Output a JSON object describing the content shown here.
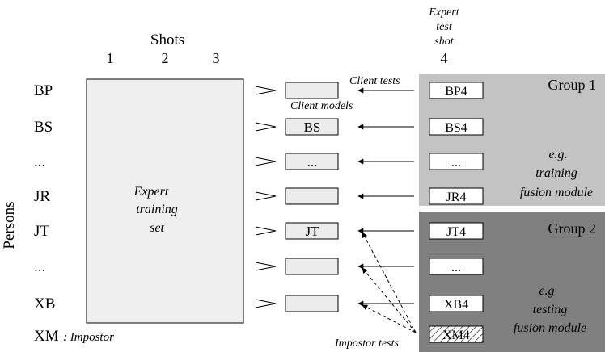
{
  "header": {
    "shots_title": "Shots",
    "shot_numbers": [
      "1",
      "2",
      "3"
    ],
    "expert_test_shot": [
      "Expert",
      "test",
      "shot"
    ],
    "expert_test_shot_number": "4"
  },
  "persons_axis_label": "Persons",
  "rows": [
    {
      "person": "BP",
      "client_model": "",
      "test_label": "BP4",
      "group": 1
    },
    {
      "person": "BS",
      "client_model": "BS",
      "test_label": "BS4",
      "group": 1
    },
    {
      "person": "...",
      "client_model": "...",
      "test_label": "...",
      "group": 1
    },
    {
      "person": "JR",
      "client_model": "",
      "test_label": "JR4",
      "group": 1
    },
    {
      "person": "JT",
      "client_model": "JT",
      "test_label": "JT4",
      "group": 2
    },
    {
      "person": "...",
      "client_model": "",
      "test_label": "...",
      "group": 2
    },
    {
      "person": "XB",
      "client_model": "",
      "test_label": "XB4",
      "group": 2
    }
  ],
  "impostor": {
    "person": "XM",
    "suffix": ": Impostor",
    "test_label": "XM4"
  },
  "training_set_label": [
    "Expert",
    "training",
    "set"
  ],
  "labels": {
    "client_tests": "Client tests",
    "client_models": "Client models",
    "impostor_tests": "Impostor tests"
  },
  "group1": {
    "title": "Group 1",
    "note": [
      "e.g.",
      "training",
      "fusion module"
    ],
    "color": "#c3c3c3"
  },
  "group2": {
    "title": "Group 2",
    "note": [
      "e.g",
      "testing",
      "fusion module"
    ],
    "color": "#808080"
  },
  "colors": {
    "training_set_fill": "#efefef",
    "client_model_fill": "#ececec",
    "test_box_fill": "#ffffff"
  }
}
